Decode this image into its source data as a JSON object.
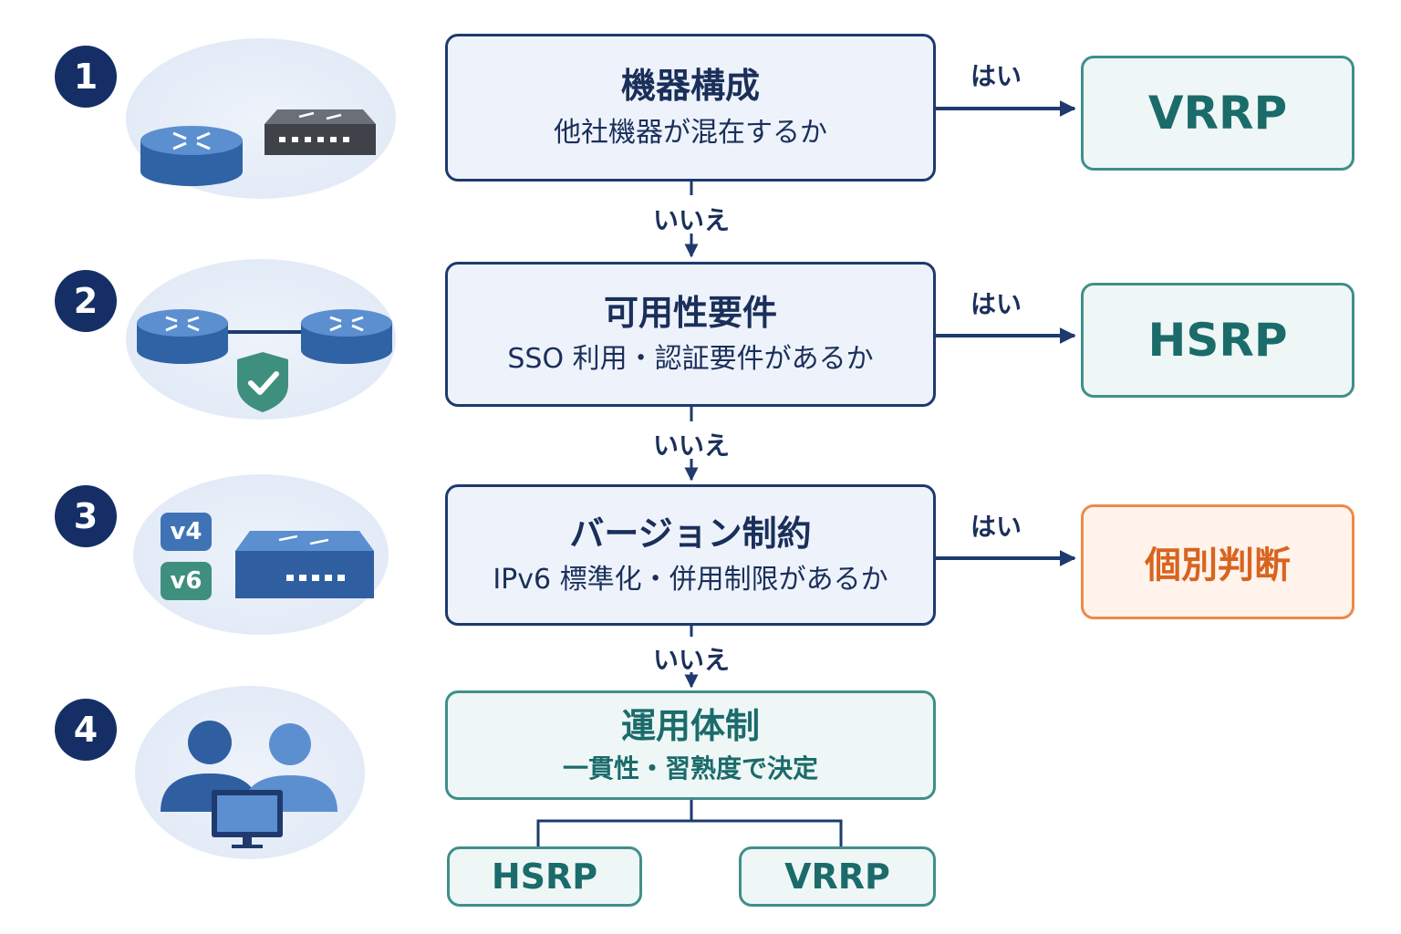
{
  "steps": [
    {
      "number": "1",
      "title": "機器構成",
      "question": "他社機器が混在するか",
      "yes_label": "はい",
      "no_label": "いいえ",
      "result": "VRRP"
    },
    {
      "number": "2",
      "title": "可用性要件",
      "question": "SSO 利用・認証要件があるか",
      "yes_label": "はい",
      "no_label": "いいえ",
      "result": "HSRP"
    },
    {
      "number": "3",
      "title": "バージョン制約",
      "question": "IPv6 標準化・併用制限があるか",
      "yes_label": "はい",
      "no_label": "いいえ",
      "result": "個別判断"
    },
    {
      "number": "4",
      "title": "運用体制",
      "question": "一貫性・習熟度で決定",
      "outcomes": [
        "HSRP",
        "VRRP"
      ]
    }
  ],
  "icons": {
    "step1": [
      "router-icon",
      "switch-icon"
    ],
    "step2": [
      "router-icon",
      "shield-check-icon",
      "router-icon"
    ],
    "step3": [
      "v4-badge",
      "v6-badge",
      "switch-icon"
    ],
    "step4": [
      "person-icon",
      "person-icon",
      "monitor-icon"
    ]
  },
  "badges": {
    "v4": "v4",
    "v6": "v6"
  },
  "colors": {
    "navy": "#1e3a6e",
    "teal": "#3f8f8a",
    "orange": "#ec8a4a",
    "device_blue": "#3f73b6",
    "shield_green": "#3f8f7f"
  }
}
